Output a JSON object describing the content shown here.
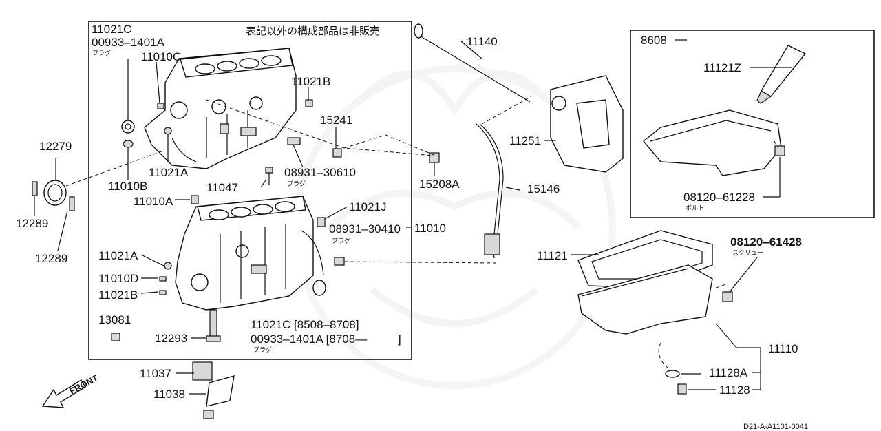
{
  "diagram": {
    "japanese_note": "表記以外の構成部品は非販売",
    "reference_code": "D21-A-A1101-0041",
    "front_label": "FRONT",
    "labels": {
      "p11021C_top": "11021C",
      "p00933_top": "00933–1401A",
      "plug_top": "プラグ",
      "p11010C": "11010C",
      "p11021B_top": "11021B",
      "p15241": "15241",
      "p08931_30610": "08931–30610",
      "plug_30610": "プラグ",
      "p11021A_top": "11021A",
      "p11010B": "11010B",
      "p11047": "11047",
      "p11010A": "11010A",
      "p11021J": "11021J",
      "p08931_30410": "08931–30410",
      "plug_30410": "プラグ",
      "p11010": "11010",
      "p11021A_low": "11021A",
      "p11010D": "11010D",
      "p11021B_low": "11021B",
      "p13081": "13081",
      "p12293": "12293",
      "p11021C_low": "11021C [8508–8708]",
      "p00933_low": "00933–1401A [8708—",
      "plug_low": "プラグ",
      "p12279": "12279",
      "p12289_a": "12289",
      "p12289_b": "12289",
      "p11140": "11140",
      "p11251": "11251",
      "p15208A": "15208A",
      "p15146": "15146",
      "p8608": "8608",
      "p11121Z": "11121Z",
      "p08120_61228": "08120–61228",
      "bolt": "ボルト",
      "p08120_61428": "08120–61428",
      "screw": "スクリュー",
      "p11121": "11121",
      "p11110": "11110",
      "p11128A": "11128A",
      "p11128": "11128",
      "p11037": "11037",
      "p11038": "11038"
    }
  }
}
